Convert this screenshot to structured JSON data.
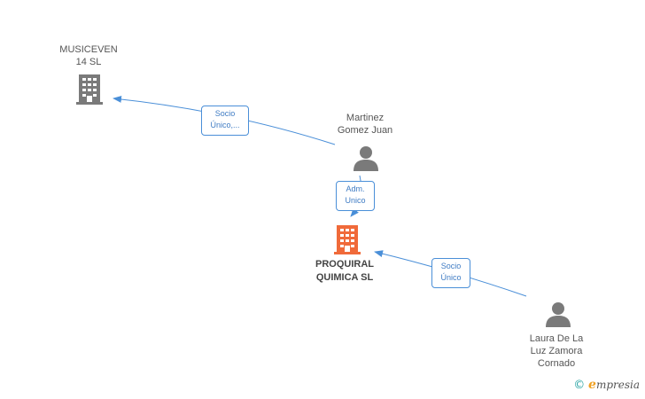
{
  "colors": {
    "edge": "#4a8fd8",
    "company_icon": "#7a7a7a",
    "main_company_icon": "#f06a3a",
    "person_icon": "#7a7a7a"
  },
  "nodes": {
    "musiceven": {
      "line1": "MUSICEVEN",
      "line2": "14  SL",
      "icon": "building-icon"
    },
    "martinez": {
      "line1": "Martinez",
      "line2": "Gomez Juan",
      "icon": "person-icon"
    },
    "proquiral": {
      "line1": "PROQUIRAL",
      "line2": "QUIMICA SL",
      "icon": "building-icon"
    },
    "laura": {
      "line1": "Laura De La",
      "line2": "Luz Zamora",
      "line3": "Cornado",
      "icon": "person-icon"
    }
  },
  "edges": {
    "martinez_musiceven": {
      "line1": "Socio",
      "line2": "Único,..."
    },
    "martinez_proquiral": {
      "line1": "Adm.",
      "line2": "Unico"
    },
    "laura_proquiral": {
      "line1": "Socio",
      "line2": "Único"
    }
  },
  "brand": {
    "copyright": "©",
    "e": "e",
    "name": "mpresia"
  }
}
